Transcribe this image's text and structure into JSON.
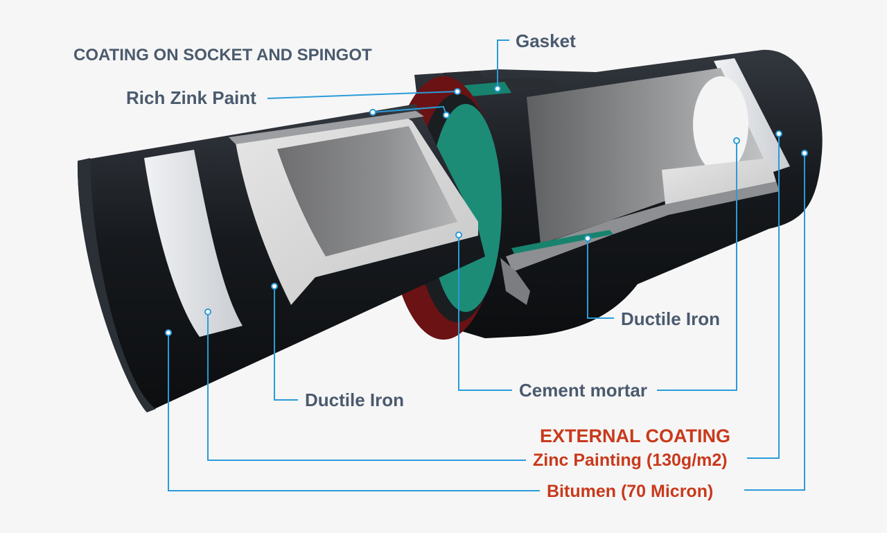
{
  "title": "COATING ON SOCKET AND SPINGOT",
  "labels": {
    "gasket": "Gasket",
    "rich_zink_paint": "Rich Zink Paint",
    "ductile_iron_socket": "Ductile Iron",
    "ductile_iron_spigot": "Ductile Iron",
    "cement_mortar": "Cement mortar"
  },
  "external_coating": {
    "heading": "EXTERNAL COATING",
    "zinc_painting": "Zinc Painting (130g/m2)",
    "bitumen": "Bitumen (70 Micron)"
  },
  "colors": {
    "label_text": "#4a5a6e",
    "external_text": "#c9391b",
    "leader_line": "#2a9bd8",
    "bitumen_black": "#16191d",
    "zinc_band": "#dde0e4",
    "ductile_iron_gray": "#8d8f92",
    "cement_mortar": "#d2d2d2",
    "gasket_teal": "#17836f",
    "socket_face_red": "#6b1214",
    "background": "#f6f6f6"
  }
}
